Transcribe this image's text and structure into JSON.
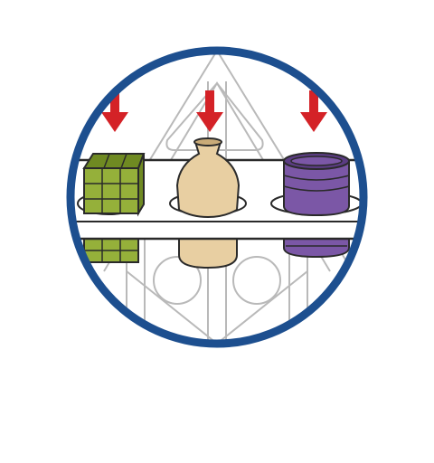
{
  "colors": {
    "background": "#ffffff",
    "ring": "#1d4f8f",
    "outline": "#2a2a2a",
    "frame_line": "#b9b9b9",
    "arrow": "#d42227",
    "green_item": "#95b03a",
    "green_item_dark": "#6f8a22",
    "tan_item": "#e8cfa2",
    "tan_item_dark": "#c9ab78",
    "purple_item": "#7b57a6",
    "purple_item_dark": "#5b3c83"
  },
  "icons": {
    "arrow_icon": "arrow-down-icon",
    "cube_item": "stacked-cube-icon",
    "vase_item": "vase-icon",
    "cup_item": "cup-icon"
  },
  "items": [
    {
      "name": "green-cube",
      "arrow": true
    },
    {
      "name": "tan-vase",
      "arrow": true
    },
    {
      "name": "purple-cup",
      "arrow": true
    }
  ]
}
